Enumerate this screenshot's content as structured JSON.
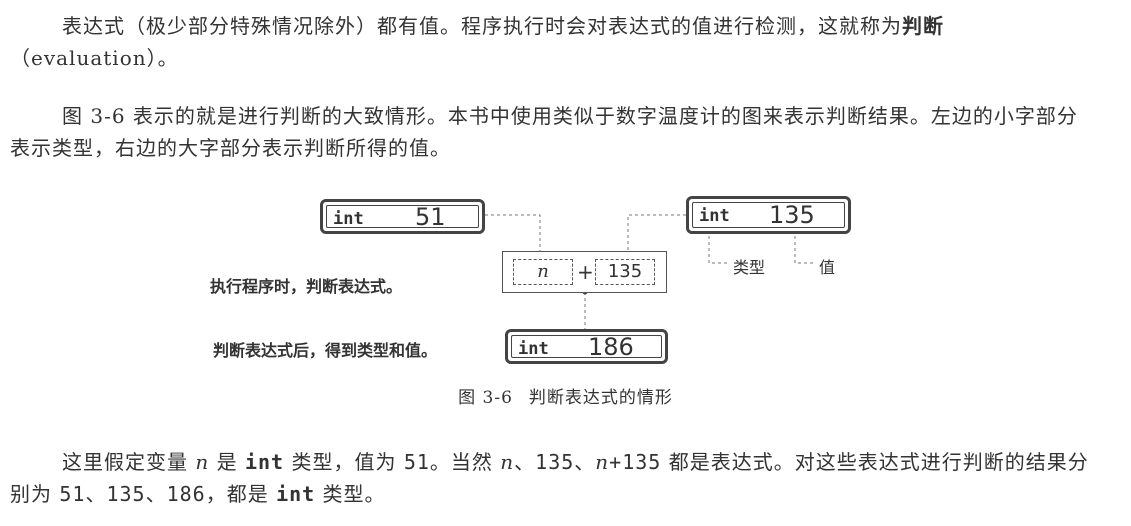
{
  "para1": {
    "text_a": "表达式（极少部分特殊情况除外）都有值。程序执行时会对表达式的值进行检测，这就称为",
    "term": "判断",
    "text_b": "（evaluation）。"
  },
  "para2": {
    "text": "图 3-6 表示的就是进行判断的大致情形。本书中使用类似于数字温度计的图来表示判断结果。左边的小字部分表示类型，右边的大字部分表示判断所得的值。"
  },
  "figure": {
    "box_n": {
      "type": "int",
      "value": "51"
    },
    "box_135": {
      "type": "int",
      "value": "135"
    },
    "box_result": {
      "type": "int",
      "value": "186"
    },
    "expr": {
      "left": "n",
      "op": "+",
      "right": "135"
    },
    "label_eval": "执行程序时，判断表达式。",
    "label_after": "判断表达式后，得到类型和值。",
    "label_type": "类型",
    "label_value": "值",
    "caption_num": "图 3-6",
    "caption_text": "判断表达式的情形"
  },
  "para3": {
    "s1": "这里假定变量 ",
    "v1": "n",
    "s2": " 是 ",
    "k1": "int",
    "s3": " 类型，值为 ",
    "c1": "51",
    "s4": "。当然 ",
    "v2": "n",
    "s5": "、",
    "c2": "135",
    "s6": "、",
    "v3": "n",
    "c3": "+135",
    "s7": " 都是表达式。对这些表达式进行判断的结果分别为 ",
    "c4": "51",
    "s8": "、",
    "c5": "135",
    "s9": "、",
    "c6": "186",
    "s10": "，都是 ",
    "k2": "int",
    "s11": " 类型。"
  },
  "colors": {
    "text": "#333333",
    "border": "#444444",
    "background": "#ffffff"
  }
}
